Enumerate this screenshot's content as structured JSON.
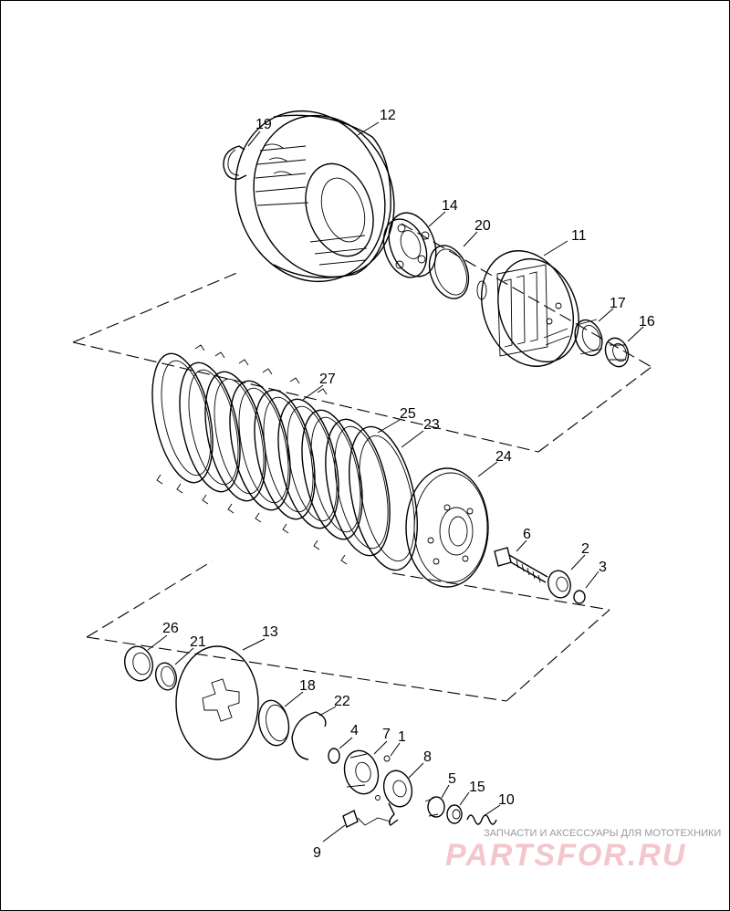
{
  "callouts": {
    "n1": "1",
    "n2": "2",
    "n3": "3",
    "n4": "4",
    "n5": "5",
    "n6": "6",
    "n7": "7",
    "n8": "8",
    "n9": "9",
    "n10": "10",
    "n11": "11",
    "n12": "12",
    "n13": "13",
    "n14": "14",
    "n15": "15",
    "n16": "16",
    "n17": "17",
    "n18": "18",
    "n19": "19",
    "n20": "20",
    "n21": "21",
    "n22": "22",
    "n23": "23",
    "n24": "24",
    "n25": "25",
    "n26": "26",
    "n27": "27"
  },
  "watermark": {
    "tagline": "ЗАПЧАСТИ И АКСЕССУАРЫ ДЛЯ МОТОТЕХНИКИ",
    "logo": "PARTSFOR.RU"
  }
}
